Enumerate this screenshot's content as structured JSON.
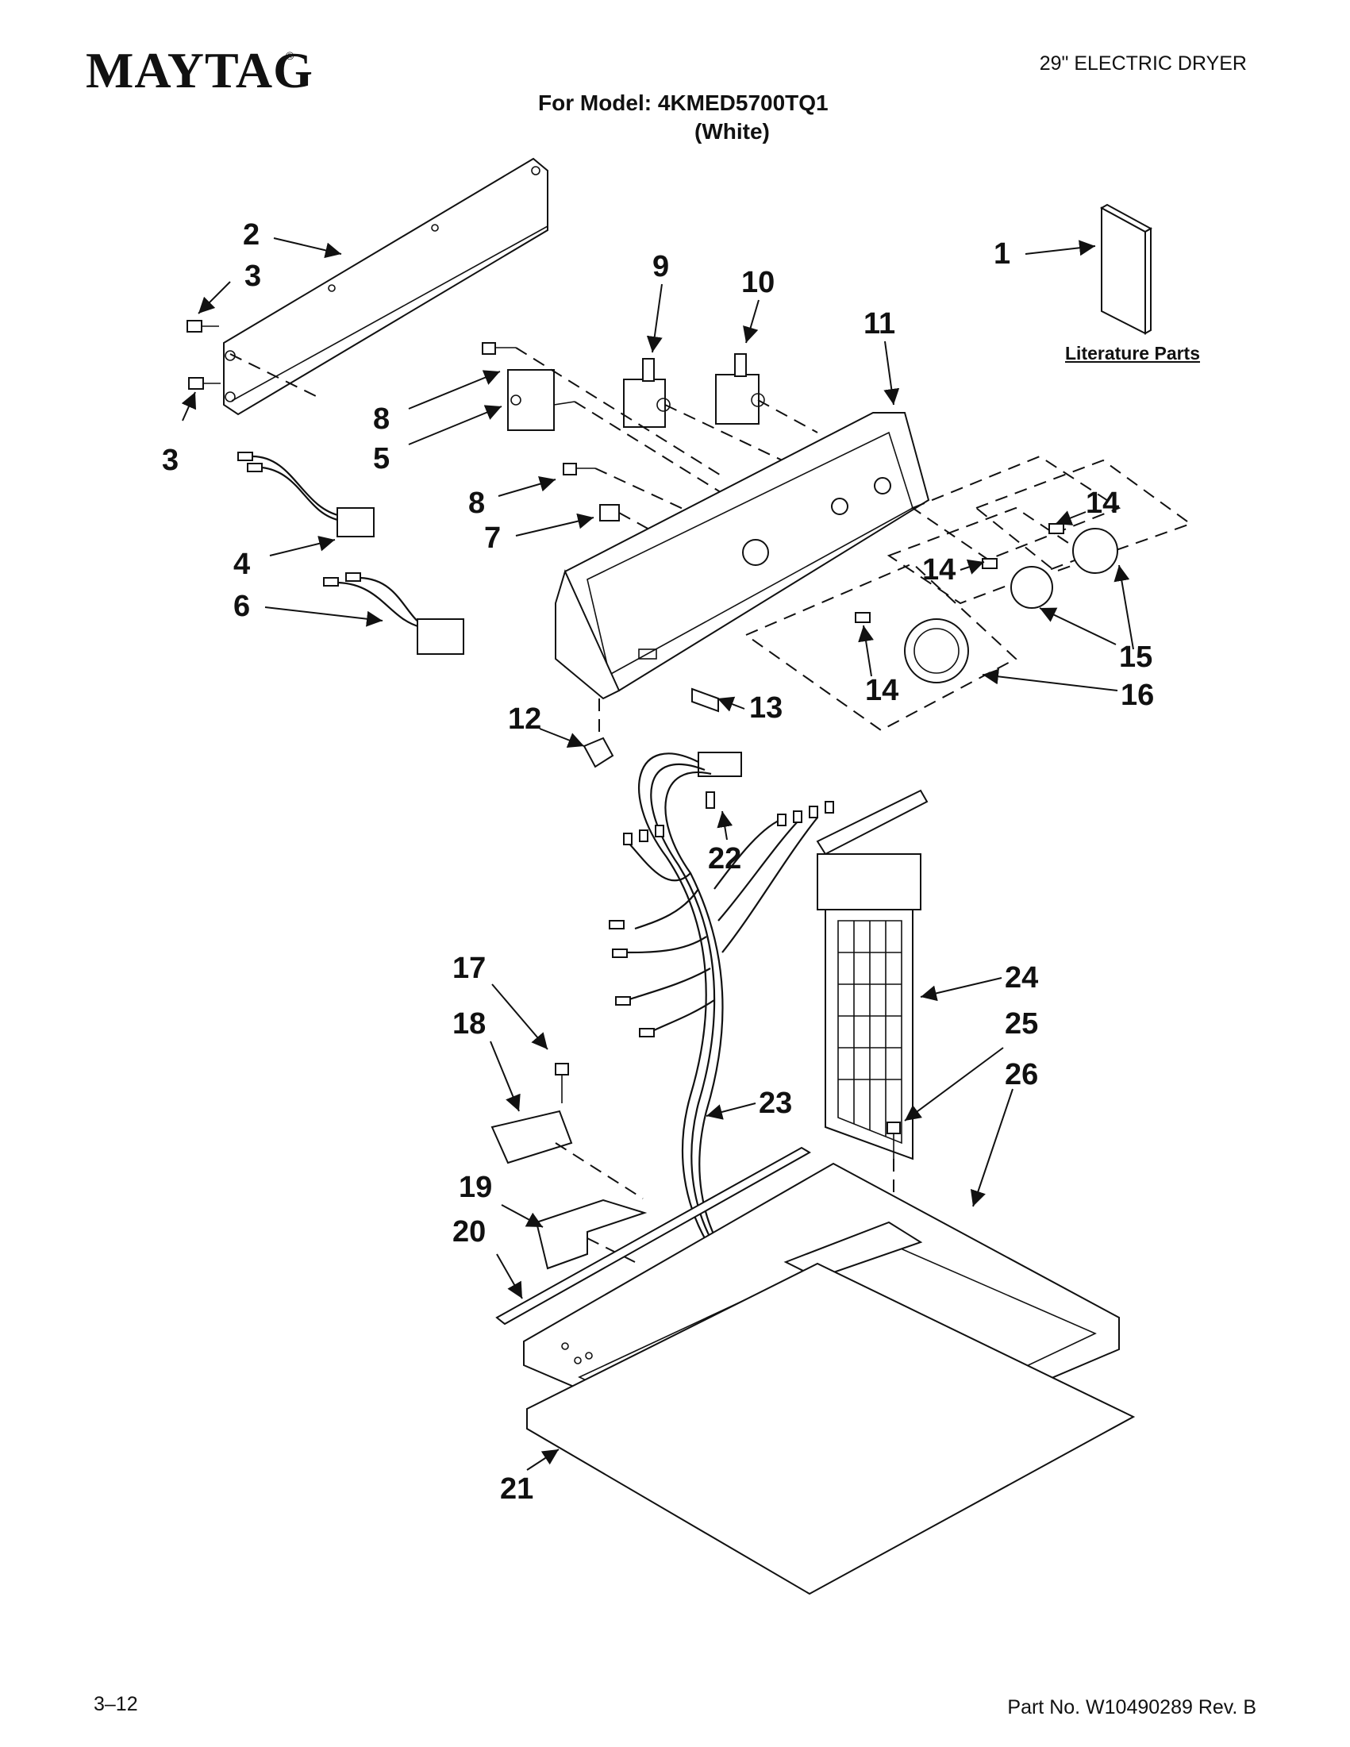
{
  "header": {
    "brand": "MAYTAG",
    "brand_mark": "®",
    "document_title": "29\" ELECTRIC DRYER",
    "model_line": "For Model: 4KMED5700TQ1",
    "color_line": "(White)"
  },
  "literature_label": "Literature Parts",
  "callouts": {
    "c1": "1",
    "c2": "2",
    "c3a": "3",
    "c3b": "3",
    "c4": "4",
    "c5": "5",
    "c6": "6",
    "c7": "7",
    "c8a": "8",
    "c8b": "8",
    "c9": "9",
    "c10": "10",
    "c11": "11",
    "c12": "12",
    "c13": "13",
    "c14a": "14",
    "c14b": "14",
    "c14c": "14",
    "c15": "15",
    "c16": "16",
    "c17": "17",
    "c18": "18",
    "c19": "19",
    "c20": "20",
    "c21": "21",
    "c22": "22",
    "c23": "23",
    "c24": "24",
    "c25": "25",
    "c26": "26"
  },
  "footer": {
    "page_number": "3–12",
    "part_number": "Part No. W10490289 Rev. B"
  }
}
